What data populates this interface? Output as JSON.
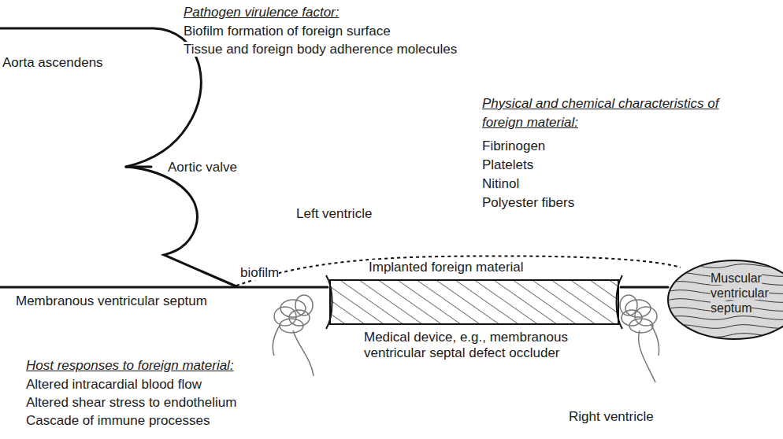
{
  "diagram": {
    "nodes": [
      {
        "text": [
          "Implanted foreign material"
        ]
      },
      {
        "text": [
          "Muscular ventricular septum"
        ]
      }
    ],
    "labels": [
      "Pathogen virulence factor:",
      "Biofilm formation of foreign surface",
      "Tissue and foreign body adherence molecules",
      "Aorta ascendens",
      "Aortic valve",
      "Physical and chemical characteristics of foreign material:",
      "Fibrinogen",
      "Platelets",
      "Nitinol",
      "Polyester fibers",
      "Left ventricle",
      "biofilm",
      "Membranous ventricular septum",
      "Medical device, e.g., membranous ventricular septal defect occluder",
      "Host responses to foreign material:",
      "Altered intracardial blood flow",
      "Altered shear stress to endothelium",
      "Cascade of immune processes",
      "Right ventricle"
    ]
  }
}
